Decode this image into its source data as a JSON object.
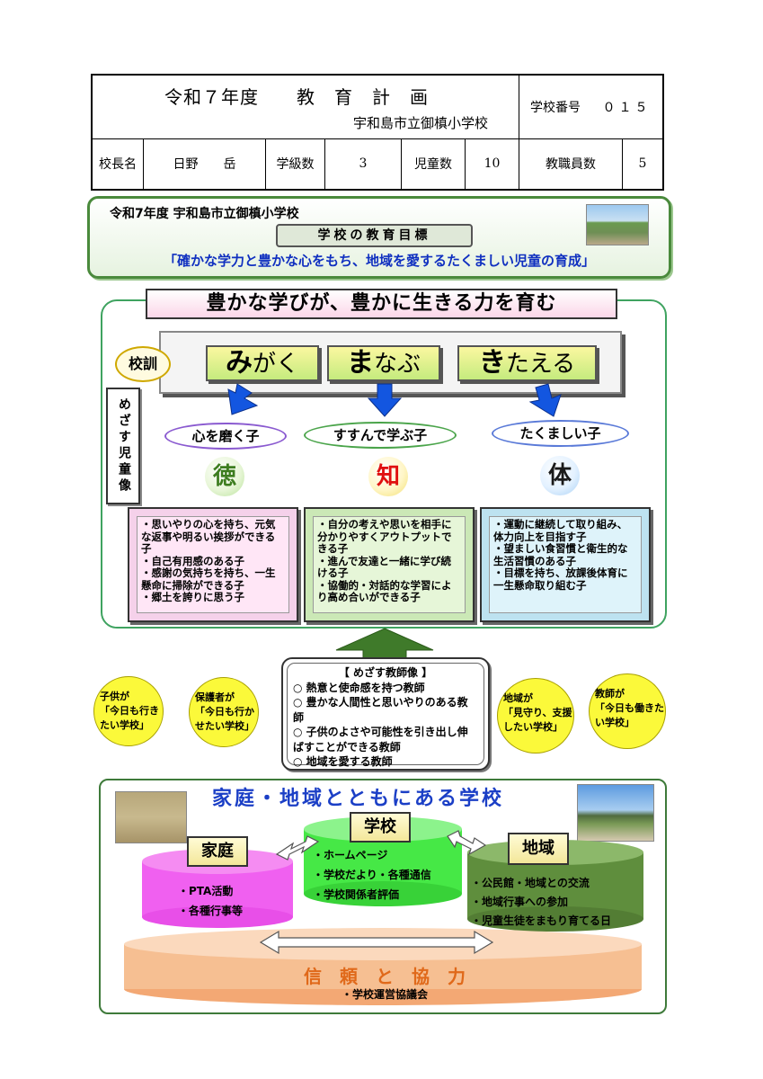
{
  "header": {
    "title": "令和７年度　　教　育　計　画",
    "school": "宇和島市立御槙小学校",
    "school_no_label": "学校番号",
    "school_no": "０１５",
    "principal_label": "校長名",
    "principal": "日野　　岳",
    "classes_label": "学級数",
    "classes": "3",
    "pupils_label": "児童数",
    "pupils": "10",
    "staff_label": "教職員数",
    "staff": "5"
  },
  "goal": {
    "subtitle": "令和7年度 宇和島市立御槙小学校",
    "label": "学校の教育目標",
    "text": "「確かな学力と豊かな心をもち、地域を愛するたくましい児童の育成」"
  },
  "main": {
    "title": "豊かな学びが、豊かに生きる力を育む",
    "motto_label": "校訓",
    "mottos": [
      {
        "head": "み",
        "rest": "がく"
      },
      {
        "head": "ま",
        "rest": "なぶ"
      },
      {
        "head": "き",
        "rest": "たえる"
      }
    ],
    "mezasu": "めざす児童像",
    "pillars": [
      {
        "name": "心を磨く子",
        "char": "徳",
        "char_color": "#3d7d1f",
        "items": [
          "・思いやりの心を持ち、元気な返事や明るい挨拶ができる子",
          "・自己有用感のある子",
          "・感謝の気持ちを持ち、一生懸命に掃除ができる子",
          "・郷土を誇りに思う子"
        ]
      },
      {
        "name": "すすんで学ぶ子",
        "char": "知",
        "char_color": "#e01010",
        "items": [
          "・自分の考えや思いを相手に分かりやすくアウトプットできる子",
          "・進んで友達と一緒に学び続ける子",
          "・協働的・対話的な学習により高め合いができる子"
        ]
      },
      {
        "name": "たくましい子",
        "char": "体",
        "char_color": "#1a1a1a",
        "items": [
          "・運動に継続して取り組み、体力向上を目指す子",
          "・望ましい食習慣と衛生的な生活習慣のある子",
          "・目標を持ち、放課後体育に一生懸命取り組む子"
        ]
      }
    ]
  },
  "voices": [
    {
      "who": "子供が",
      "say": "「今日も行きたい学校」"
    },
    {
      "who": "保護者が",
      "say": "「今日も行かせたい学校」"
    },
    {
      "who": "地域が",
      "say": "「見守り、支援したい学校」"
    },
    {
      "who": "教師が",
      "say": "「今日も働きたい学校」"
    }
  ],
  "teacher": {
    "title": "【 めざす教師像 】",
    "items": [
      "○ 熱意と使命感を持つ教師",
      "○ 豊かな人間性と思いやりのある教師",
      "○ 子供のよさや可能性を引き出し伸ばすことができる教師",
      "○ 地域を愛する教師"
    ]
  },
  "community": {
    "title": "家庭・地域とともにある学校",
    "home": {
      "label": "家庭",
      "items": [
        "・PTA活動",
        "・各種行事等"
      ]
    },
    "school": {
      "label": "学校",
      "items": [
        "・ホームページ",
        "・学校だより・各種通信",
        "・学校関係者評価"
      ]
    },
    "region": {
      "label": "地域",
      "items": [
        "・公民館・地域との交流",
        "・地域行事への参加",
        "・児童生徒をまもり育てる日"
      ]
    },
    "base": "信　頼　と　協　力",
    "base_sub": "・学校運営協議会"
  }
}
